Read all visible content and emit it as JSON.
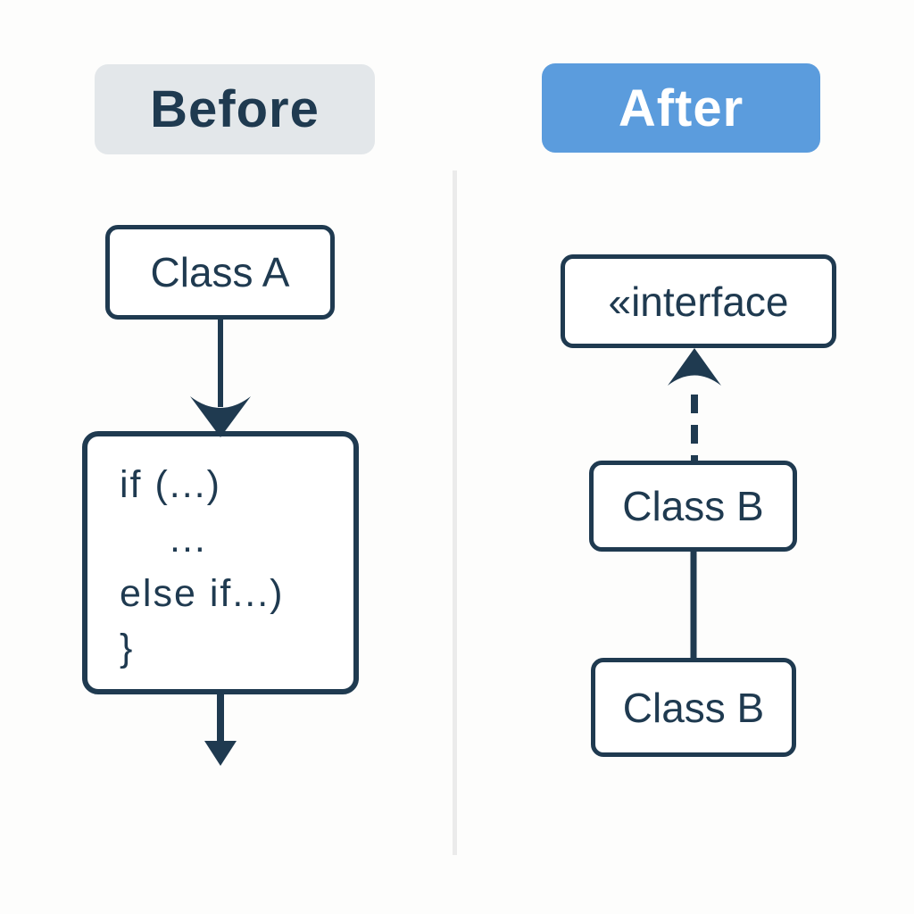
{
  "colors": {
    "background": "#fdfdfc",
    "stroke": "#1f3a50",
    "text": "#1f3a50",
    "node_bg": "#ffffff",
    "before_badge_bg": "#e3e7ea",
    "after_badge_bg": "#5b9cdd",
    "after_badge_text": "#ffffff",
    "divider": "#ebebeb"
  },
  "before": {
    "label": "Before",
    "nodes": {
      "class_a": {
        "label": "Class A"
      },
      "code_block": {
        "lines": [
          "if (...)",
          "...",
          "else if...)",
          "}"
        ]
      }
    }
  },
  "after": {
    "label": "After",
    "nodes": {
      "interface": {
        "label": "«interface"
      },
      "class_b_top": {
        "label": "Class B"
      },
      "class_b_bottom": {
        "label": "Class B"
      }
    }
  }
}
